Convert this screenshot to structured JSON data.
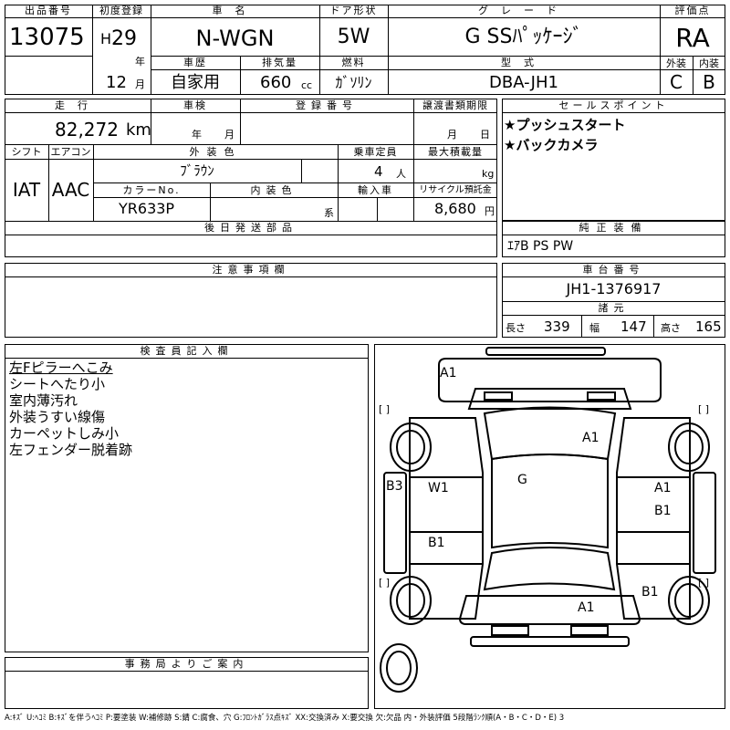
{
  "header": {
    "lot_label": "出品番号",
    "lot_no": "13075",
    "first_reg_label": "初度登録",
    "era": "H",
    "year": "29",
    "year_unit": "年",
    "month": "12",
    "month_unit": "月",
    "name_label": "車名",
    "name": "N-WGN",
    "doors_label": "ドア形状",
    "doors": "5W",
    "grade_label": "グレード",
    "grade": "G SSﾊﾟｯｹｰｼﾞ",
    "score_label": "評価点",
    "score": "RA",
    "history_label": "車歴",
    "history": "自家用",
    "displacement_label": "排気量",
    "displacement": "660",
    "displacement_unit": "cc",
    "fuel_label": "燃料",
    "fuel": "ｶﾞｿﾘﾝ",
    "model_label": "型式",
    "model": "DBA-JH1",
    "exterior_label": "外装",
    "exterior": "C",
    "interior_label": "内装",
    "interior": "B"
  },
  "specs": {
    "mileage_label": "走行",
    "mileage": "82,272",
    "mileage_unit": "km",
    "inspection_label": "車検",
    "insp_year_unit": "年",
    "insp_month_unit": "月",
    "reg_no_label": "登録番号",
    "transfer_label": "譲渡書類期限",
    "transfer_month_unit": "月",
    "transfer_day_unit": "日",
    "shift_label": "シフト",
    "shift": "IAT",
    "ac_label": "エアコン",
    "ac": "AAC",
    "color_label": "外装色",
    "color": "ﾌﾞﾗｳﾝ",
    "capacity_label": "乗車定員",
    "capacity": "4",
    "capacity_unit": "人",
    "load_label": "最大積載量",
    "load_unit": "kg",
    "color_no_label": "カラーNo.",
    "color_no": "YR633P",
    "int_color_label": "内装色",
    "int_color_unit": "系",
    "import_label": "輸入車",
    "recycle_label": "リサイクル預託金",
    "recycle": "8,680",
    "recycle_unit": "円",
    "later_parts_label": "後日発送部品"
  },
  "sales": {
    "label": "セールスポイント",
    "points": [
      "★プッシュスタート",
      "★バックカメラ"
    ]
  },
  "equipment": {
    "label": "純正装備",
    "value": "ｴｱB PS PW"
  },
  "notes": {
    "label": "注意事項欄"
  },
  "chassis": {
    "label": "車台番号",
    "value": "JH1-1376917",
    "dims_label": "諸元",
    "length_label": "長さ",
    "length": "339",
    "width_label": "幅",
    "width": "147",
    "height_label": "高さ",
    "height": "165"
  },
  "inspector": {
    "label": "検査員記入欄",
    "lines": [
      "左Fピラーへこみ",
      "シートへたり小",
      "室内薄汚れ",
      "外装うすい線傷",
      "カーペットしみ小",
      "左フェンダー脱着跡"
    ]
  },
  "office": {
    "label": "事務局よりご案内"
  },
  "diagram": {
    "marks": [
      "A1",
      "A1",
      "G",
      "B3",
      "W1",
      "A1",
      "B1",
      "B1",
      "B1",
      "A1"
    ],
    "brackets": [
      "[ ]",
      "[ ]",
      "[ ]",
      "[ ]"
    ]
  },
  "legend": "A:ｷｽﾞ U:ﾍｺﾐ B:ｷｽﾞを伴うﾍｺﾐ P:要塗装 W:補修跡 S:錆 C:腐食、穴 G:ﾌﾛﾝﾄｶﾞﾗｽ点ｷｽﾞ XX:交換済み X:要交換 欠:欠品 内・外装評価 5段階ﾗﾝｸ順(A・B・C・D・E) 3"
}
